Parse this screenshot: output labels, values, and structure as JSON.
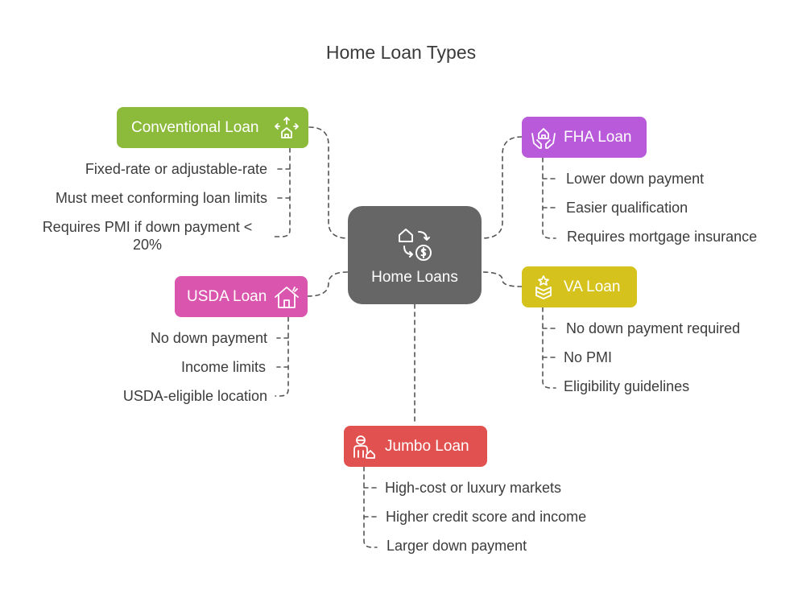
{
  "title": "Home Loan Types",
  "center": {
    "label": "Home Loans",
    "icon": "home-loan-exchange-icon"
  },
  "colors": {
    "center": "#666666",
    "conventional": "#8cbb3c",
    "fha": "#b85ad9",
    "usda": "#da55ad",
    "va": "#d6c21c",
    "jumbo": "#e0514f",
    "connector": "#555555"
  },
  "loans": {
    "conventional": {
      "label": "Conventional Loan",
      "icon": "house-arrows-icon",
      "items": [
        "Fixed-rate or adjustable-rate",
        "Must meet conforming loan limits",
        "Requires PMI if down payment < 20%"
      ]
    },
    "fha": {
      "label": "FHA Loan",
      "icon": "hands-house-icon",
      "items": [
        "Lower down payment",
        "Easier qualification",
        "Requires mortgage insurance"
      ]
    },
    "usda": {
      "label": "USDA Loan",
      "icon": "house-icon",
      "items": [
        "No down payment",
        "Income limits",
        "USDA-eligible location"
      ]
    },
    "va": {
      "label": "VA Loan",
      "icon": "military-badge-icon",
      "items": [
        "No down payment required",
        "No PMI",
        "Eligibility guidelines"
      ]
    },
    "jumbo": {
      "label": "Jumbo Loan",
      "icon": "person-house-icon",
      "items": [
        "High-cost or luxury markets",
        "Higher credit score and income",
        "Larger down payment"
      ]
    }
  }
}
